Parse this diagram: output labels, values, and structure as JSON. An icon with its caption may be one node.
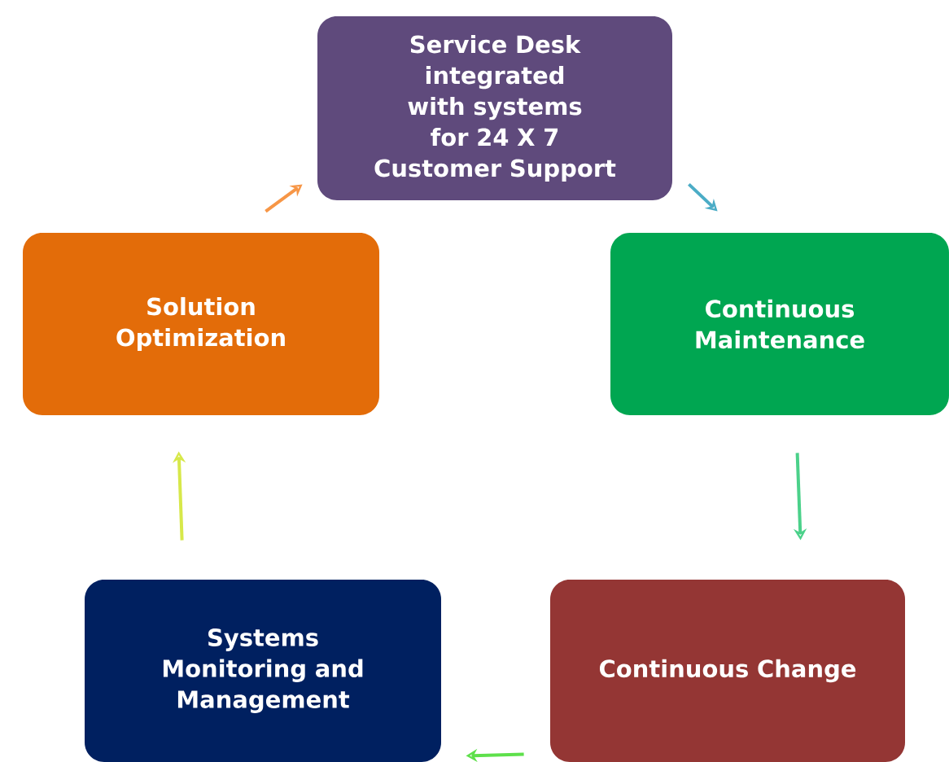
{
  "diagram": {
    "nodes": [
      {
        "text": [
          "Service Desk integrated with systems for 24 X 7 Customer Support"
        ]
      },
      {
        "text": [
          "Continuous Maintenance"
        ]
      },
      {
        "text": [
          "Continuous Change"
        ]
      },
      {
        "text": [
          "Systems Monitoring and Management"
        ]
      },
      {
        "text": [
          "Solution Optimization"
        ]
      }
    ],
    "edges": [
      {
        "from": 0,
        "to": 1,
        "arrow": "to",
        "color": "#4bacc6"
      },
      {
        "from": 1,
        "to": 2,
        "arrow": "to",
        "color": "#4bd18a"
      },
      {
        "from": 2,
        "to": 3,
        "arrow": "to",
        "color": "#5ee04b"
      },
      {
        "from": 3,
        "to": 4,
        "arrow": "to",
        "color": "#d7e84a"
      },
      {
        "from": 4,
        "to": 0,
        "arrow": "to",
        "color": "#f79646"
      }
    ]
  }
}
